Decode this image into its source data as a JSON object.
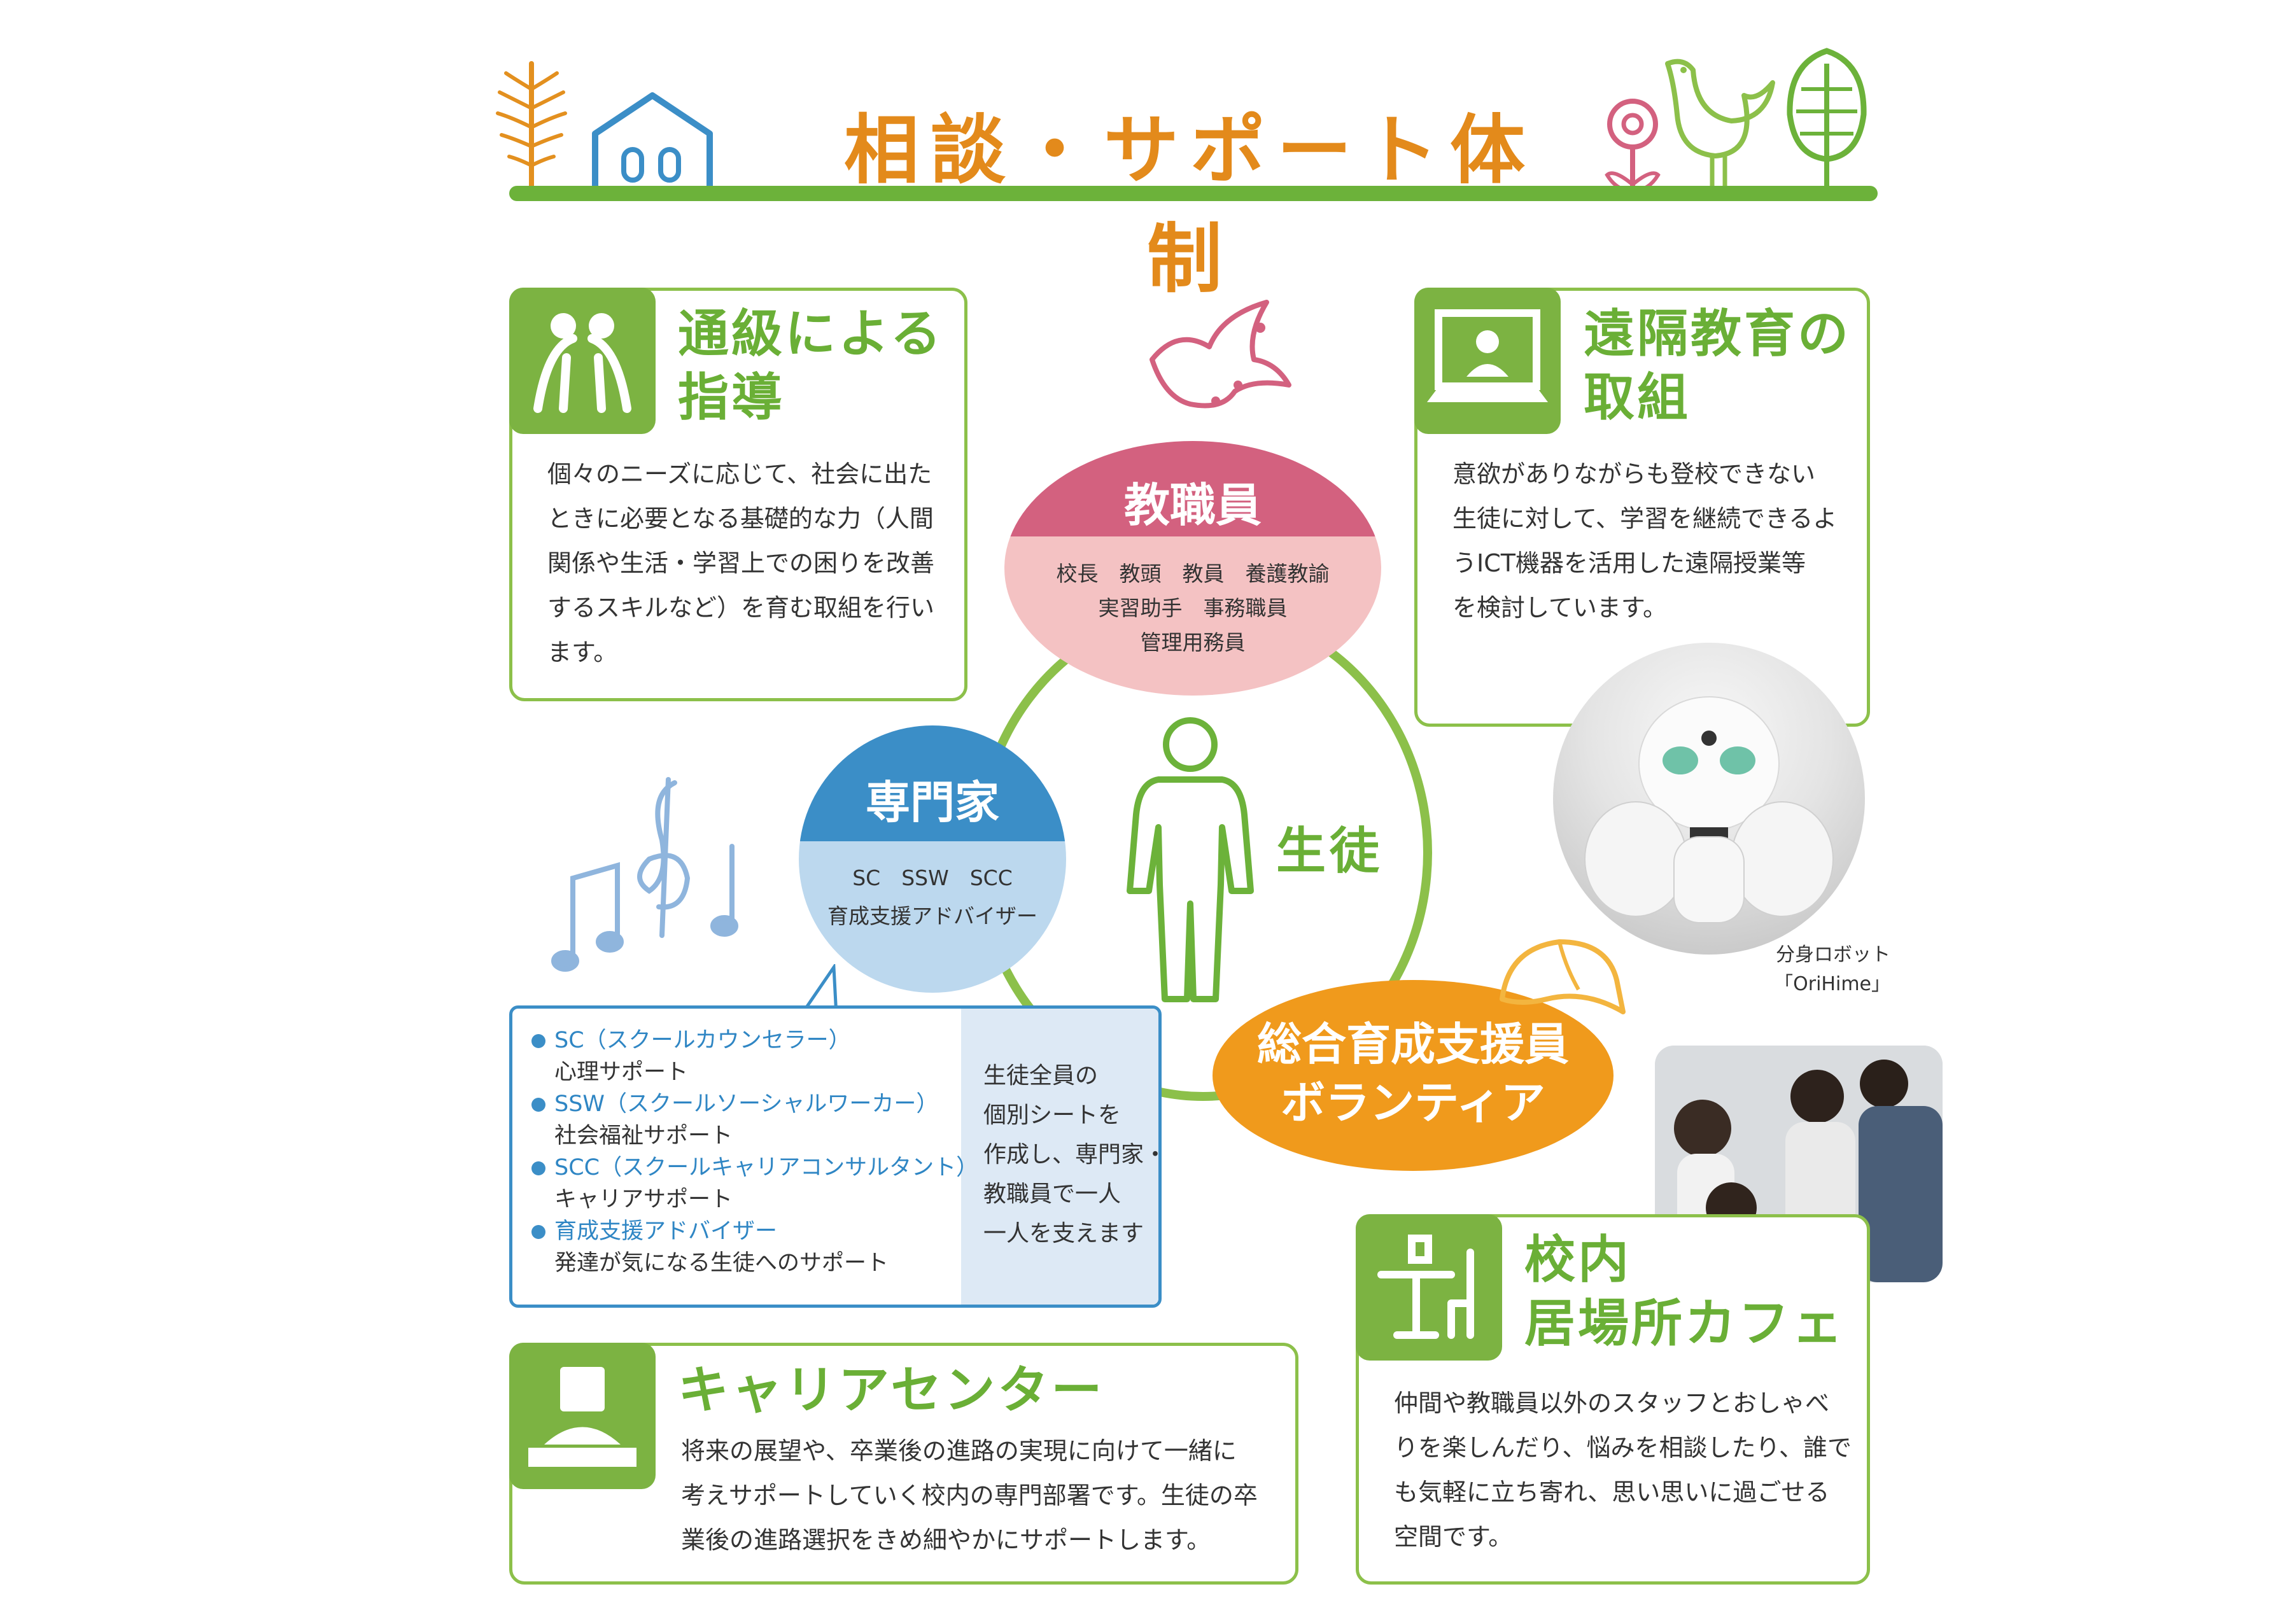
{
  "title": "相談・サポート体制",
  "tsukyu": {
    "title_line1": "通級による",
    "title_line2": "指導",
    "lines": [
      "個々のニーズに応じて、社会に出た",
      "ときに必要となる基礎的な力（人間",
      "関係や生活・学習上での困りを改善",
      "するスキルなど）を育む取組を行い",
      "ます。"
    ]
  },
  "enkaku": {
    "title_line1": "遠隔教育の",
    "title_line2": "取組",
    "lines": [
      "意欲がありながらも登校できない",
      "生徒に対して、学習を継続できるよ",
      "うICT機器を活用した遠隔授業等",
      "を検討しています。"
    ]
  },
  "staff": {
    "title": "教職員",
    "lines": [
      "校長　教頭　教員　養護教諭",
      "実習助手　事務職員",
      "管理用務員"
    ]
  },
  "experts": {
    "title": "専門家",
    "lines": [
      "SC　SSW　SCC",
      "育成支援アドバイザー"
    ]
  },
  "student_label": "生徒",
  "volunteer": {
    "line1": "総合育成支援員",
    "line2": "ボランティア"
  },
  "robot_caption": {
    "line1": "分身ロボット",
    "line2": "「OriHime」"
  },
  "expert_details": [
    {
      "label": "SC（スクールカウンセラー）",
      "desc": "心理サポート"
    },
    {
      "label": "SSW（スクールソーシャルワーカー）",
      "desc": "社会福祉サポート"
    },
    {
      "label": "SCC（スクールキャリアコンサルタント）",
      "desc": "キャリアサポート"
    },
    {
      "label": "育成支援アドバイザー",
      "desc": "発達が気になる生徒へのサポート"
    }
  ],
  "individual_sheet": [
    "生徒全員の",
    "個別シートを",
    "作成し、専門家・",
    "教職員で一人",
    "一人を支えます"
  ],
  "career": {
    "title": "キャリアセンター",
    "lines": [
      "将来の展望や、卒業後の進路の実現に向けて一緒に",
      "考えサポートしていく校内の専門部署です。生徒の卒",
      "業後の進路選択をきめ細やかにサポートします。"
    ]
  },
  "cafe": {
    "title_line1": "校内",
    "title_line2": "居場所カフェ",
    "lines": [
      "仲間や教職員以外のスタッフとおしゃべ",
      "りを楽しんだり、悩みを相談したり、誰で",
      "も気軽に立ち寄れ、思い思いに過ごせる",
      "空間です。"
    ]
  },
  "colors": {
    "green": "#8cc04a",
    "orange": "#f09a1c",
    "pink": "#d3617f",
    "blue": "#3b8ec7",
    "title": "#e38a1b"
  }
}
